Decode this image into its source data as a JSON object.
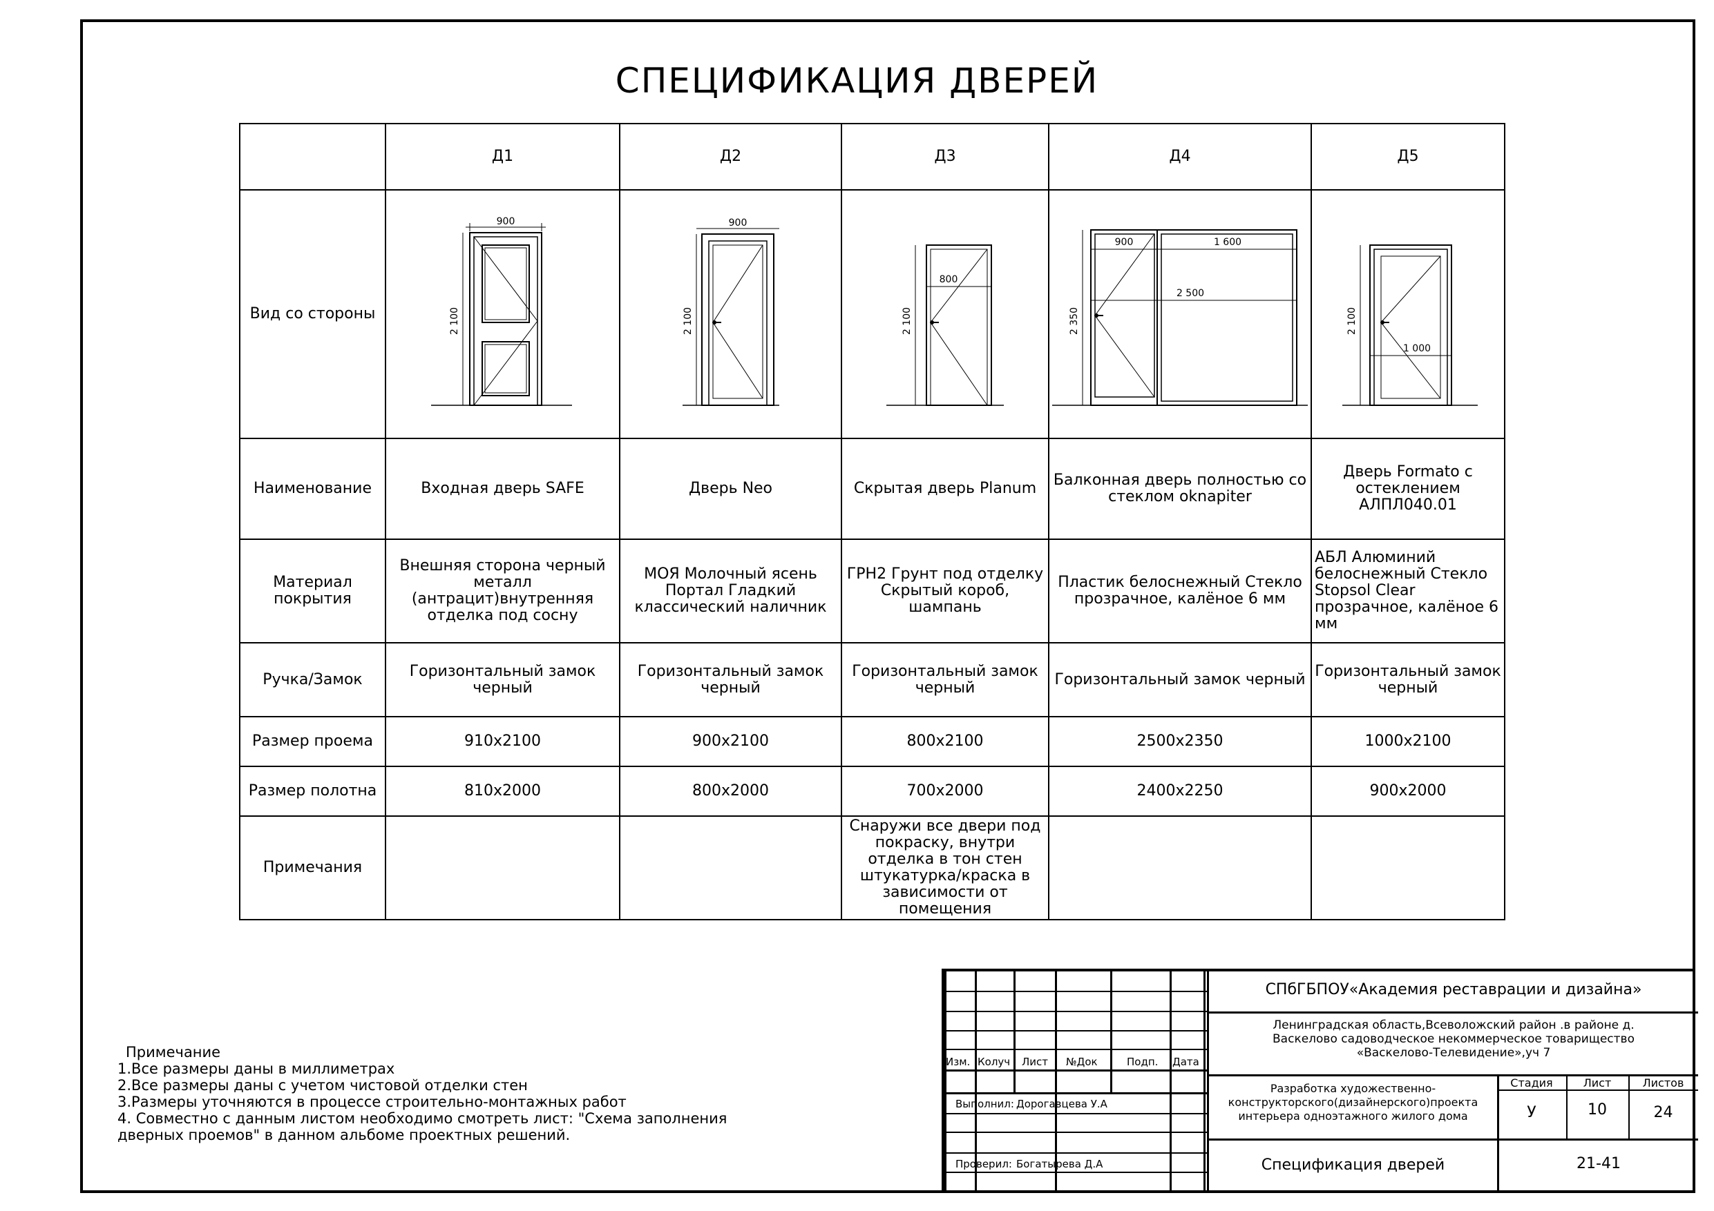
{
  "title": "СПЕЦИФИКАЦИЯ ДВЕРЕЙ",
  "table": {
    "columns": [
      "Д1",
      "Д2",
      "Д3",
      "Д4",
      "Д5"
    ],
    "row_labels": {
      "view": "Вид со стороны",
      "name": "Наименование",
      "material": "Материал покрытия",
      "handle": "Ручка/Замок",
      "opening": "Размер проема",
      "leaf": "Размер полотна",
      "notes": "Примечания"
    },
    "doors": [
      {
        "id": "Д1",
        "dims": {
          "width": "900",
          "height": "2 100"
        },
        "name": "Входная дверь SAFE",
        "material": "Внешняя сторона черный металл (антрацит)внутренняя отделка под сосну",
        "handle": "Горизонтальный замок черный",
        "opening": "910х2100",
        "leaf": "810х2000",
        "note": ""
      },
      {
        "id": "Д2",
        "dims": {
          "width": "900",
          "height": "2 100"
        },
        "name": "Дверь Neo",
        "material": "МОЯ Молочный ясень Портал Гладкий классический наличник",
        "handle": "Горизонтальный замок черный",
        "opening": "900х2100",
        "leaf": "800х2000",
        "note": ""
      },
      {
        "id": "Д3",
        "dims": {
          "width": "800",
          "height": "2 100"
        },
        "name": "Скрытая дверь Planum",
        "material": "ГРН2 Грунт под отделку Скрытый короб, шампань",
        "handle": "Горизонтальный замок черный",
        "opening": "800х2100",
        "leaf": "700х2000",
        "note": "Снаружи все двери под покраску, внутри отделка в тон стен штукатурка/краска в зависимости от помещения"
      },
      {
        "id": "Д4",
        "dims": {
          "width_left": "900",
          "width_right": "1 600",
          "width_total": "2 500",
          "height": "2 350"
        },
        "name": "Балконная дверь полностью со стеклом oknapiter",
        "material": "Пластик белоснежный Стекло прозрачное, калёное 6 мм",
        "handle": "Горизонтальный замок черный",
        "opening": "2500х2350",
        "leaf": "2400х2250",
        "note": ""
      },
      {
        "id": "Д5",
        "dims": {
          "width": "1 000",
          "height": "2 100"
        },
        "name": "Дверь Formato с остеклением АЛПЛ040.01",
        "material": "АБЛ Алюминий белоснежный Стекло Stopsol Clear прозрачное, калёное 6 мм",
        "handle": "Горизонтальный замок черный",
        "opening": "1000х2100",
        "leaf": "900х2000",
        "note": ""
      }
    ]
  },
  "notes": {
    "heading": "Примечание",
    "items": [
      "1.Все размеры даны в миллиметрах",
      "2.Все размеры даны с учетом чистовой отделки стен",
      "3.Размеры уточняются в процессе строительно-монтажных работ",
      "4. Совместно с данным листом необходимо смотреть лист: \"Схема заполнения",
      "дверных проемов\" в данном альбоме проектных решений."
    ]
  },
  "stamp": {
    "org": "СПбГБПОУ«Академия реставрации и дизайна»",
    "address": [
      "Ленинградская область,Всеволожский район .в районе д.",
      "Васкелово садоводческое некоммерческое товарищество",
      "«Васкелово-Телевидение»,уч 7"
    ],
    "project": [
      "Разработка художественно-",
      "конструкторского(дизайнерского)проекта",
      "интерьера одноэтажного жилого дома"
    ],
    "sheet_title": "Спецификация дверей",
    "code": "21-41",
    "headers": {
      "izm": "Изм.",
      "kol": "Колуч",
      "list": "Лист",
      "ndoc": "№Док",
      "podp": "Подп.",
      "data": "Дата"
    },
    "stage_label": "Стадия",
    "sheet_label": "Лист",
    "sheets_label": "Листов",
    "stage": "У",
    "sheet": "10",
    "sheets": "24",
    "done_label": "Выполнил:",
    "done_name": "Дорогавцева У.А",
    "check_label": "Проверил:",
    "check_name": "Богатырева Д.А"
  }
}
